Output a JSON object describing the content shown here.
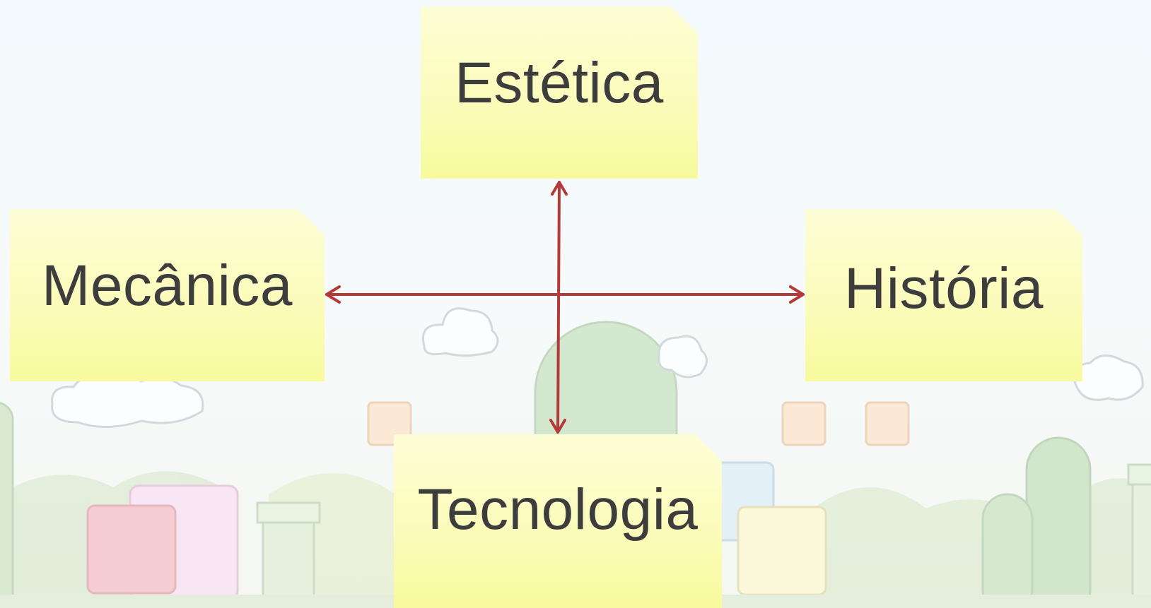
{
  "diagram": {
    "nodes": {
      "top": "Estética",
      "left": "Mecânica",
      "right": "História",
      "bottom": "Tecnologia"
    },
    "connections": [
      {
        "from": "Estética",
        "to": "Tecnologia",
        "style": "double-headed arrow"
      },
      {
        "from": "Mecânica",
        "to": "História",
        "style": "double-headed arrow"
      }
    ],
    "colors": {
      "note_fill": "#fbfcbb",
      "arrow": "#b33a38",
      "text": "#3d3d3d"
    }
  }
}
